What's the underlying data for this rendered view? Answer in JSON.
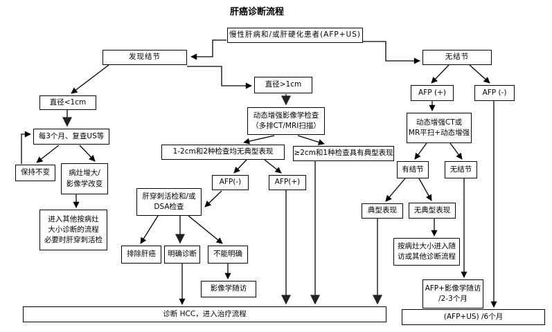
{
  "title": "肝癌诊断流程",
  "colors": {
    "line": "#000000",
    "gray_line": "#5a5a5a",
    "box_border": "#000000",
    "background": "#ffffff"
  },
  "nodes": {
    "patient": {
      "text": "慢性肝病和/或肝硬化患者(AFP+US)"
    },
    "found_nodule": {
      "text": "发现结节"
    },
    "no_nodule_top": {
      "text": "无结节"
    },
    "dia_lt1": {
      "text": "直径<1cm"
    },
    "every3m": {
      "text": "每3个月、复查US等"
    },
    "unchanged": {
      "text": "保持不变"
    },
    "enlarged": {
      "text": "病灶增大/\n影像学改变"
    },
    "other_process": {
      "text": "进入其他按病灶\n大小诊断的流程\n必要时肝穿刺活检"
    },
    "dia_gt1": {
      "text": "直径>1cm"
    },
    "dyn_imaging": {
      "text": "动态增强影像学检查\n（多排CT/MRI扫描）"
    },
    "c12": {
      "text": "1-2cm和2种检查均无典型表现"
    },
    "c2": {
      "text": "≥2cm和1种检查具有典型表现"
    },
    "afp_neg_mid": {
      "text": "AFP(-)"
    },
    "afp_pos_mid": {
      "text": "AFP(+)"
    },
    "biopsy_dsa": {
      "text": "肝穿刺活检和/或\nDSA检查"
    },
    "exclude_hcc": {
      "text": "排除肝癌"
    },
    "confirm_dx": {
      "text": "明确诊断"
    },
    "cannot_confirm": {
      "text": "不能明确"
    },
    "imaging_fu": {
      "text": "影像学随访"
    },
    "afp_pos_right": {
      "text": "AFP (+)"
    },
    "afp_neg_right": {
      "text": "AFP (-)"
    },
    "ct_mr": {
      "text": "动态增强CT或\nMR平扫+动态增强"
    },
    "with_nodule": {
      "text": "有结节"
    },
    "no_nodule_2": {
      "text": "无结节"
    },
    "typical": {
      "text": "典型表现"
    },
    "atypical": {
      "text": "无典型表现"
    },
    "by_size": {
      "text": "按病灶大小进入随\n访或其他诊断流程"
    },
    "afp_img_fu": {
      "text": "AFP+影像学随访\n/2-3个月"
    },
    "afp_us_6m": {
      "text": "(AFP+US) /6个月"
    },
    "dx_hcc_bar": {
      "text": "诊断 HCC，进入治疗流程"
    }
  }
}
